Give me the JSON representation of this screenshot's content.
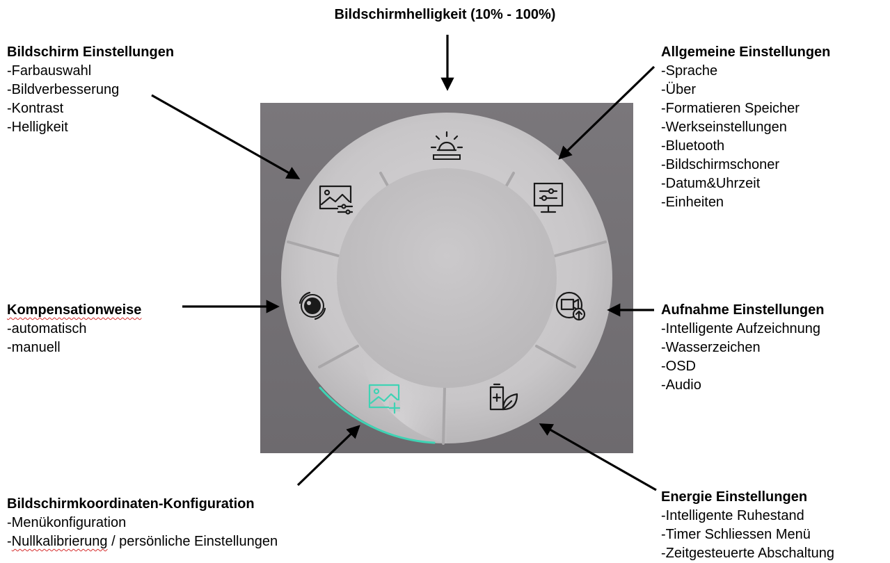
{
  "top": {
    "title": "Bildschirmhelligkeit (10% - 100%)"
  },
  "screen_settings": {
    "title": "Bildschirm Einstellungen",
    "items": [
      "-Farbauswahl",
      "-Bildverbesserung",
      "-Kontrast",
      "-Helligkeit"
    ]
  },
  "general_settings": {
    "title": "Allgemeine Einstellungen",
    "items": [
      "-Sprache",
      "-Über",
      "-Formatieren Speicher",
      "-Werkseinstellungen",
      "-Bluetooth",
      "-Bildschirmschoner",
      "-Datum&Uhrzeit",
      "-Einheiten"
    ]
  },
  "compensation": {
    "title": "Kompensationweise",
    "items": [
      "-automatisch",
      "-manuell"
    ]
  },
  "recording_settings": {
    "title": "Aufnahme Einstellungen",
    "items": [
      "-Intelligente Aufzeichnung",
      "-Wasserzeichen",
      "-OSD",
      "-Audio"
    ]
  },
  "coordinates": {
    "title": "Bildschirmkoordinaten-Konfiguration",
    "item_1": "-Menükonfiguration",
    "item_2_prefix": "-",
    "item_2_underlined": "Nullkalibrierung",
    "item_2_rest": " / persönliche Einstellungen"
  },
  "energy_settings": {
    "title": "Energie Einstellungen",
    "items": [
      "-Intelligente Ruhestand",
      "-Timer Schliessen Menü",
      "-Zeitgesteuerte Abschaltung"
    ]
  },
  "menu_icons": [
    "brightness-icon",
    "monitor-settings-icon",
    "record-settings-icon",
    "energy-icon",
    "coordinates-icon",
    "compensation-icon",
    "image-settings-icon"
  ],
  "colors": {
    "panel": "#737074",
    "ring": "#c9c7c9",
    "center": "#c3c1c3",
    "active_accent": "#3fd3b4",
    "icon": "#1a1a1a"
  }
}
